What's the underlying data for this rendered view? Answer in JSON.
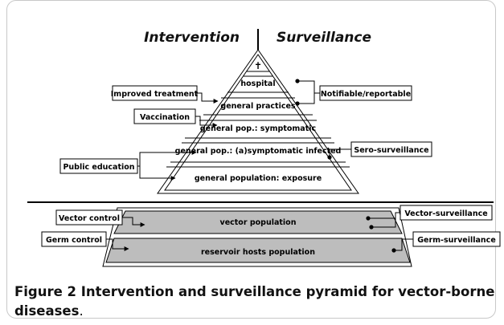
{
  "headings": {
    "left": "Intervention",
    "right": "Surveillance"
  },
  "pyramid": {
    "top_symbol": "✝",
    "levels": [
      "hospital",
      "general practices",
      "general pop.: symptomatic",
      "general pop.: (a)symptomatic infected",
      "general population: exposure"
    ]
  },
  "intervention_labels": [
    "Improved treatment",
    "Vaccination",
    "Public education"
  ],
  "surveillance_labels": [
    "Notifiable/reportable",
    "Sero-surveillance"
  ],
  "lower": {
    "bands": [
      "vector population",
      "reservoir hosts population"
    ],
    "intervention_labels": [
      "Vector control",
      "Germ control"
    ],
    "surveillance_labels": [
      "Vector-surveillance",
      "Germ-surveillance"
    ],
    "band_color": "#bdbdbd"
  },
  "caption": {
    "figure": "Figure 2",
    "text": " Intervention and surveillance pyramid for vector-borne diseases",
    "end": "."
  }
}
